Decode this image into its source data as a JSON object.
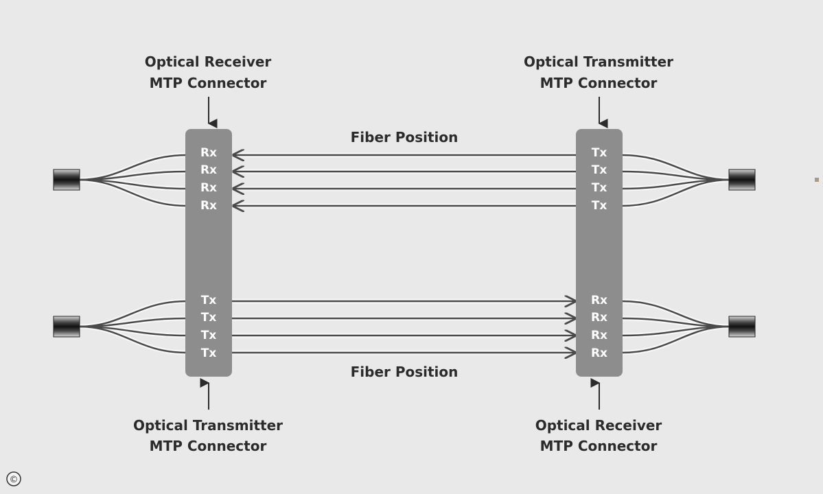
{
  "labels": {
    "top_left": [
      "Optical Receiver",
      "MTP Connector"
    ],
    "top_right": [
      "Optical Transmitter",
      "MTP Connector"
    ],
    "bottom_left": [
      "Optical Transmitter",
      "MTP Connector"
    ],
    "bottom_right": [
      "Optical Receiver",
      "MTP Connector"
    ],
    "fiber_top": "Fiber Position",
    "fiber_bottom": "Fiber Position"
  },
  "ports": {
    "left_top": [
      "Rx",
      "Rx",
      "Rx",
      "Rx"
    ],
    "right_top": [
      "Tx",
      "Tx",
      "Tx",
      "Tx"
    ],
    "left_bottom": [
      "Tx",
      "Tx",
      "Tx",
      "Tx"
    ],
    "right_bottom": [
      "Rx",
      "Rx",
      "Rx",
      "Rx"
    ]
  },
  "copyright": "©",
  "colors": {
    "background": "#e9e9ea",
    "connector": "#8d8d8e",
    "fiber": "#4a4a4a",
    "text": "#2b2b2b"
  }
}
